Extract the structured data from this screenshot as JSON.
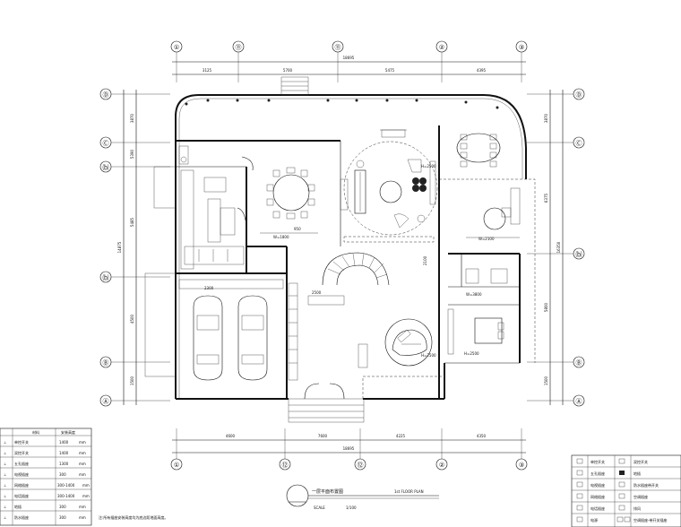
{
  "axes": {
    "top": [
      "①",
      "⑪",
      "⑪",
      "②",
      "③"
    ],
    "bottom": [
      "①",
      "⑫",
      "⑫",
      "②",
      "③"
    ],
    "left": [
      "Ⓓ",
      "Ⓒ",
      "⒝",
      "⒝",
      "Ⓑ",
      "Ⓐ"
    ],
    "right": [
      "Ⓓ",
      "Ⓒ",
      "⒝",
      "Ⓑ",
      "Ⓐ"
    ]
  },
  "dims": {
    "top_segments": [
      "3125",
      "5700",
      "5475",
      "4395"
    ],
    "top_total": "18695",
    "bottom_segments": [
      "4600",
      "7600",
      "4225",
      "4350"
    ],
    "bottom_total": "18695",
    "left_segments": [
      "3870",
      "5390",
      "5485",
      "4500",
      "1500"
    ],
    "left_total": "14875",
    "right_segments": [
      "3870",
      "6375",
      "5800",
      "1500"
    ],
    "right_total": "16350"
  },
  "title": {
    "main": "一层平面布置图",
    "english": "1st FLOOR PLAN",
    "scale_label": "SCALE",
    "scale_value": "1/100"
  },
  "annotations": {
    "d1": "W=1800",
    "d2": "2300",
    "d3": "950",
    "d4": "H=2500",
    "d5": "W=2100",
    "d6": "2500",
    "d7": "2100",
    "d8": "H=2500",
    "d9": "W=3800",
    "d10": "H=2500"
  },
  "left_legend": {
    "headers": [
      "",
      "材料",
      "安装高度"
    ],
    "rows": [
      {
        "sym": "⊥",
        "name": "单控开关",
        "h": "1400",
        "u": "mm"
      },
      {
        "sym": "⊥",
        "name": "双控开关",
        "h": "1400",
        "u": "mm"
      },
      {
        "sym": "⊥",
        "name": "五孔插座",
        "h": "1300",
        "u": "mm"
      },
      {
        "sym": "⊥",
        "name": "电视插座",
        "h": "300",
        "u": "mm"
      },
      {
        "sym": "⊥",
        "name": "网络插座",
        "h": "300-1400",
        "u": "mm"
      },
      {
        "sym": "⊥",
        "name": "电话插座",
        "h": "300-1400",
        "u": "mm"
      },
      {
        "sym": "⊥",
        "name": "地插",
        "h": "300",
        "u": "mm"
      },
      {
        "sym": "⊥",
        "name": "防水插座",
        "h": "300",
        "u": "mm"
      }
    ],
    "note": "注:所有插座安装高度均为底边距地面高度。"
  },
  "right_legend": {
    "rows": [
      [
        "单控开关",
        "双控开关"
      ],
      [
        "五孔插座",
        "地插"
      ],
      [
        "电视插座",
        "防水插座带开关"
      ],
      [
        "网络插座",
        "空调插座"
      ],
      [
        "电话插座",
        "排风"
      ],
      [
        "电源",
        "空调插座-带开关插座"
      ]
    ]
  }
}
